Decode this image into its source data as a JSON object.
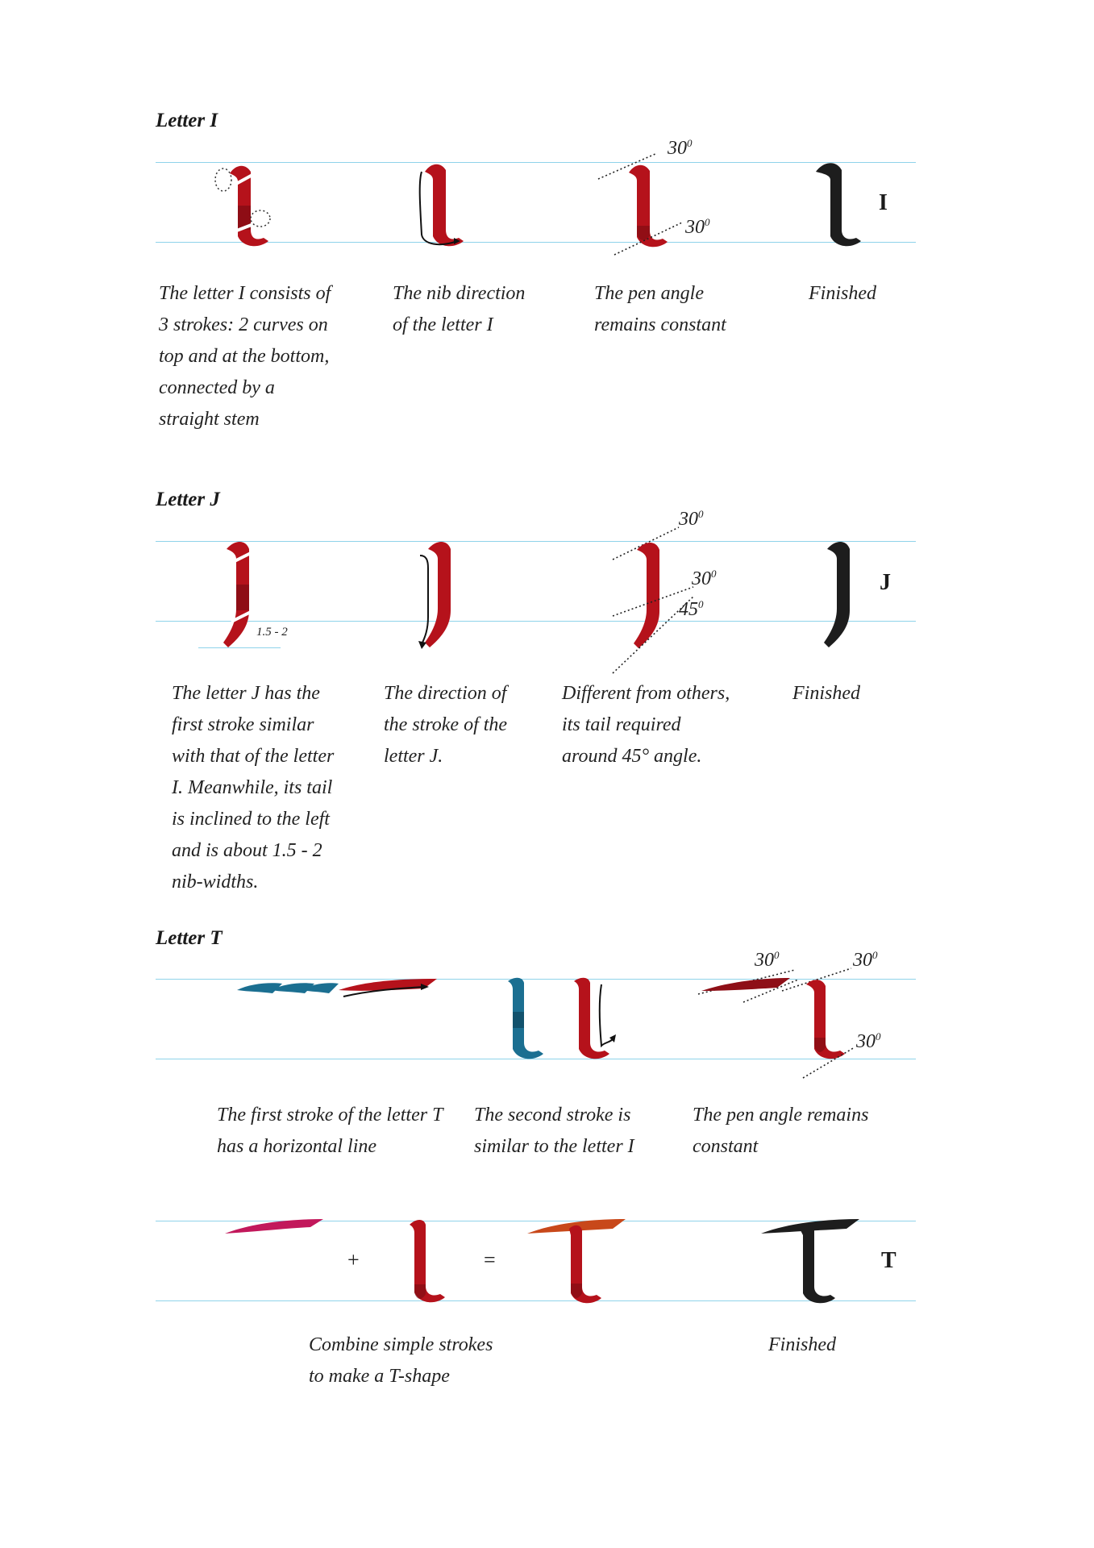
{
  "section_i": {
    "heading": "Letter I",
    "ref_letter": "I",
    "angles": {
      "a1": "30",
      "a2": "30",
      "unit": "0"
    },
    "captions": {
      "c1": [
        "The letter I consists of",
        "3 strokes: 2 curves on",
        "top and at the bottom,",
        "connected by a",
        "straight stem"
      ],
      "c2": [
        "The nib direction",
        "of the letter I"
      ],
      "c3": [
        "The pen angle",
        "remains constant"
      ],
      "c4": [
        "Finished"
      ]
    }
  },
  "section_j": {
    "heading": "Letter J",
    "ref_letter": "J",
    "nib_width_label": "1.5 - 2",
    "angles": {
      "a1": "30",
      "a2": "30",
      "a3": "45",
      "unit": "0"
    },
    "captions": {
      "c1": [
        "The letter J has the",
        "first stroke similar",
        "with that of the letter",
        "I. Meanwhile, its tail",
        "is inclined to the left",
        "and is about 1.5 - 2",
        "nib-widths."
      ],
      "c2": [
        "The direction of",
        "the stroke of the",
        "letter J."
      ],
      "c3": [
        "Different from others,",
        "its tail required",
        "around 45° angle."
      ],
      "c4": [
        "Finished"
      ]
    }
  },
  "section_t": {
    "heading": "Letter T",
    "ref_letter": "T",
    "angles": {
      "a1": "30",
      "a2": "30",
      "a3": "30",
      "unit": "0"
    },
    "captions": {
      "c1": [
        "The first stroke of the letter T",
        "has a horizontal line"
      ],
      "c2": [
        "The second stroke is",
        "similar to the letter I"
      ],
      "c3": [
        "The pen angle remains",
        "constant"
      ]
    },
    "combine": {
      "plus": "+",
      "equals": "=",
      "caption": [
        "Combine simple strokes",
        "to make a T-shape"
      ],
      "finished": "Finished"
    }
  },
  "colors": {
    "guide": "#8fd3ea",
    "ink_red": "#b5121b",
    "ink_dark_red": "#6e0a10",
    "ink_blue": "#1b6f91",
    "ink_black": "#1d1d1d",
    "ink_pink": "#c2185b",
    "ink_orange": "#c8481a"
  }
}
